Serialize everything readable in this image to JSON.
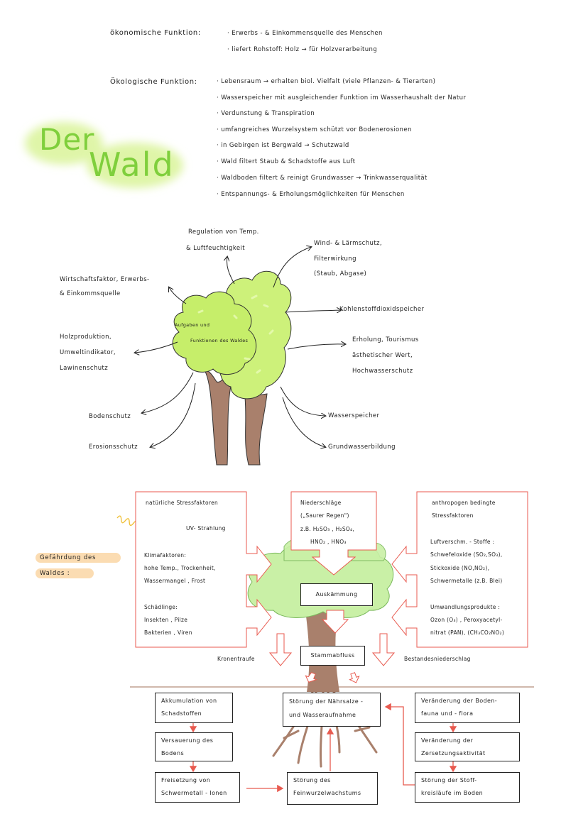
{
  "title": {
    "word1": "Der",
    "word2": "Wald"
  },
  "oeko": {
    "label": "ökonomische Funktion:",
    "items": [
      "· Erwerbs - & Einkommensquelle des Menschen",
      "· liefert   Rohstoff:   Holz    → für Holzverarbeitung"
    ]
  },
  "oekol": {
    "label": "Ökologische Funktion:",
    "items": [
      "· Lebensraum → erhalten biol. Vielfalt (viele Pflanzen- & Tierarten)",
      "· Wasserspeicher mit ausgleichender Funktion im Wasserhaushalt der Natur",
      "· Verdunstung & Transpiration",
      "· umfangreiches Wurzelsystem schützt vor Bodenerosionen",
      "· in Gebirgen ist Bergwald → Schutzwald",
      "· Wald filtert Staub & Schadstoffe aus Luft",
      "· Waldboden filtert & reinigt Grundwasser → Trinkwasserqualität",
      "· Entspannungs- & Erholungsmöglichkeiten für Menschen"
    ]
  },
  "mindmap": {
    "center1": "Aufgaben und",
    "center2": "Funktionen des Waldes",
    "regulation1": "Regulation von Temp.",
    "regulation2": "& Luftfeuchtigkeit",
    "wind1": "Wind- & Lärmschutz,",
    "wind2": "Filterwirkung",
    "wind3": "(Staub, Abgase)",
    "wirtschaft1": "Wirtschaftsfaktor, Erwerbs-",
    "wirtschaft2": "& Einkommsquelle",
    "kohlenstoff": "Kohlenstoffdioxidspeicher",
    "holz1": "Holzproduktion,",
    "holz2": "Umweltindikator,",
    "holz3": "Lawinenschutz",
    "erholung1": "Erholung, Tourismus",
    "erholung2": "ästhetischer Wert,",
    "erholung3": "Hochwasserschutz",
    "bodenschutz": "Bodenschutz",
    "wasserspeicher": "Wasserspeicher",
    "erosion": "Erosionsschutz",
    "grundwasser": "Grundwasserbildung"
  },
  "gefaehrdung": {
    "label1": "Gefährdung des",
    "label2": "Waldes :",
    "natuerlich": {
      "title": "natürliche Stressfaktoren",
      "uv": "UV- Strahlung",
      "klima_t": "Klimafaktoren:",
      "klima1": "hohe Temp., Trockenheit,",
      "klima2": "Wassermangel , Frost",
      "schaed_t": "Schädlinge:",
      "schaed1": "Insekten , Pilze",
      "schaed2": "Bakterien , Viren"
    },
    "nieder": {
      "l1": "Niederschläge",
      "l2": "(„Saurer Regen\")",
      "l3": "z.B. H₂SO₃ , H₂SO₄,",
      "l4": "HNO₂ , HNO₃"
    },
    "anthro": {
      "t1": "anthropogen bedingte",
      "t2": "Stressfaktoren",
      "l1": "Luftverschm. - Stoffe :",
      "l2": "Schwefeloxide (SO₂,SO₃),",
      "l3": "Stickoxide (NO,NO₂),",
      "l4": "Schwermetalle (z.B. Blei)",
      "u1": "Umwandlungsprodukte :",
      "u2": "Ozon (O₃) , Peroxyacetyl-",
      "u3": "nitrat (PAN), (CH₃CO₂NO₂)"
    },
    "auskaemmung": "Auskämmung",
    "stammabfluss": "Stammabfluss",
    "kronentraufe": "Kronentraufe",
    "bestand": "Bestandesniederschlag",
    "akku1": "Akkumulation von",
    "akku2": "Schadstoffen",
    "versauerung1": "Versauerung des",
    "versauerung2": "Bodens",
    "freisetzung1": "Freisetzung von",
    "freisetzung2": "Schwermetall - Ionen",
    "naehrsalze1": "Störung der Nährsalze -",
    "naehrsalze2": "und Wasseraufnahme",
    "feinwurzel1": "Störung des",
    "feinwurzel2": "Feinwurzelwachstums",
    "bodenfauna1": "Veränderung der Boden-",
    "bodenfauna2": "fauna und - flora",
    "zersetzung1": "Veränderung der",
    "zersetzung2": "Zersetzungsaktivität",
    "stoffkreis1": "Störung der Stoff-",
    "stoffkreis2": "kreisläufe im Boden"
  }
}
